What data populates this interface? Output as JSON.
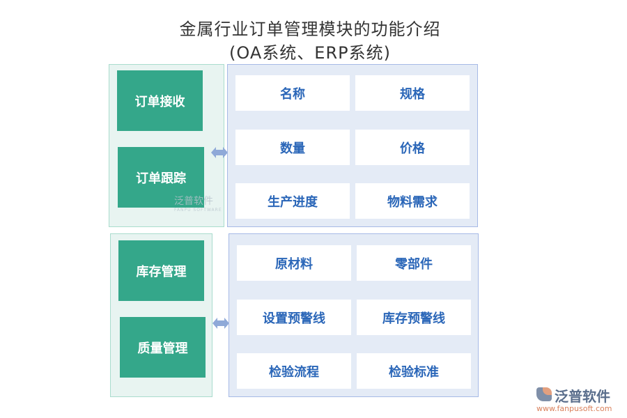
{
  "title": {
    "line1": "金属行业订单管理模块的功能介绍",
    "line2": "(OA系统、ERP系统)"
  },
  "sections": [
    {
      "modules": [
        "订单接收",
        "订单跟踪"
      ],
      "features": [
        "名称",
        "规格",
        "数量",
        "价格",
        "生产进度",
        "物料需求"
      ]
    },
    {
      "modules": [
        "库存管理",
        "质量管理"
      ],
      "features": [
        "原材料",
        "零部件",
        "设置预警线",
        "库存预警线",
        "检验流程",
        "检验标准"
      ]
    }
  ],
  "watermark": {
    "name": "泛普软件",
    "sub": "FANPU SOFTWARE"
  },
  "logo": {
    "name": "泛普软件",
    "url": "www.fanpusoft.com"
  },
  "colors": {
    "module_bg": "#34a78a",
    "feature_text": "#2a66b8",
    "arrow": "#8fa9d8"
  }
}
